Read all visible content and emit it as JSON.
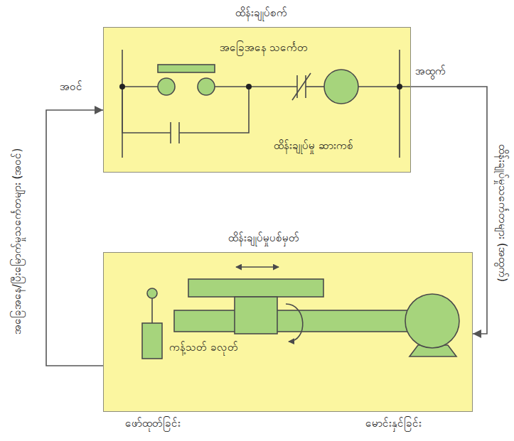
{
  "diagram": {
    "nodes": [
      {
        "text": [
          "ထိန်းချုပ်စက်",
          "အခြေအနေ သင်္ကေတ",
          "ထိန်းချုပ်မှု ဆားကစ်"
        ]
      },
      {
        "text": [
          "ထိန်းချုပ်မှုပစ်မှတ်",
          "ကန့်သတ် ခလုတ်"
        ]
      }
    ],
    "edges": [
      {
        "from": 0,
        "to": 1,
        "arrow": "to",
        "label": "ထိန်းချုပ်မှုသင်္ကေတများ (အထွက်)"
      },
      {
        "from": 1,
        "to": 0,
        "arrow": "to",
        "label": "အခြေအနေ/ပြီးမြောက်မှုသင်္ကေတများ (အဝင်)"
      }
    ],
    "labels": [
      "အဝင်",
      "အထွက်",
      "ဖော်ထုတ်ခြင်း",
      "မောင်းနှင်ခြင်း"
    ]
  }
}
